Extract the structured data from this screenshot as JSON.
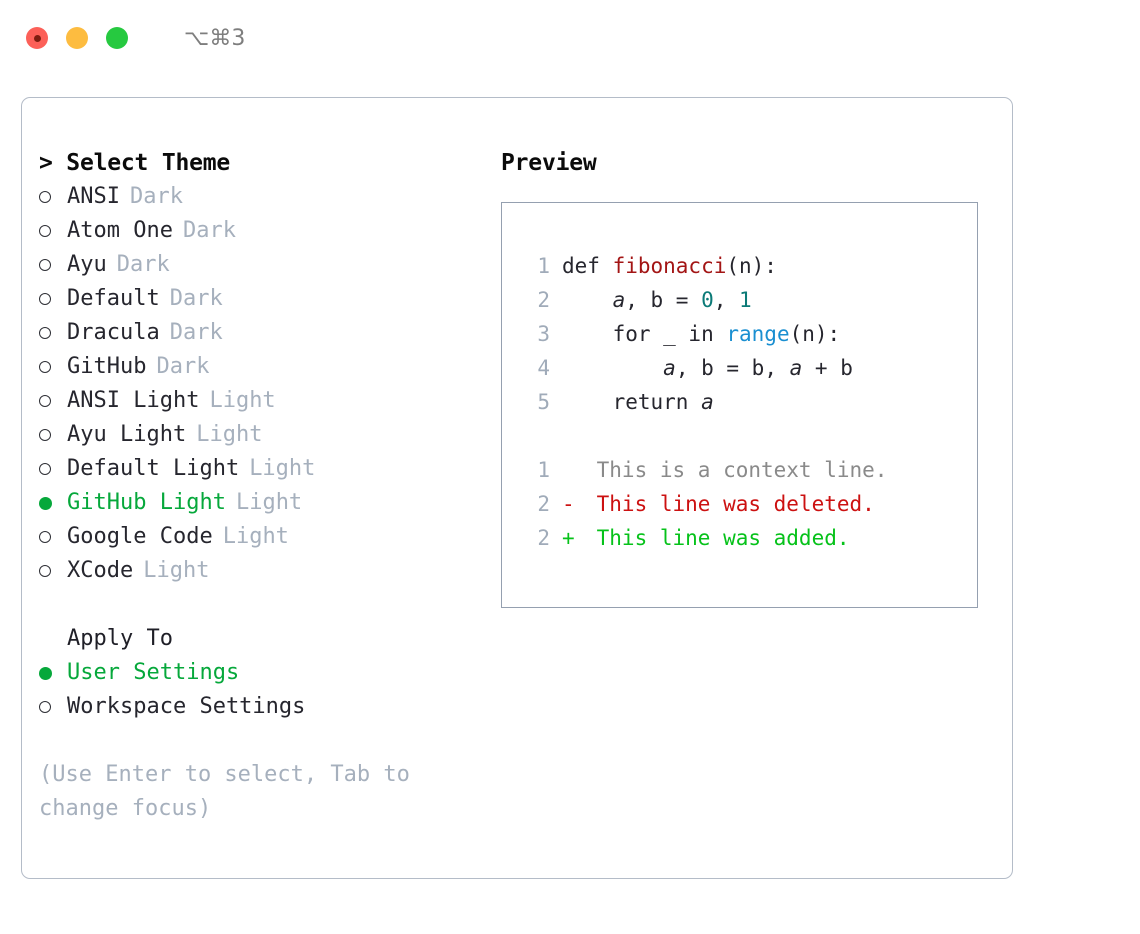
{
  "window": {
    "shortcut": "⌥⌘3",
    "traffic_lights": [
      "close-light",
      "minimize-light",
      "zoom-light"
    ]
  },
  "theme_picker": {
    "header": "> Select Theme",
    "items": [
      {
        "marker": "o",
        "name": "ANSI",
        "category": "Dark",
        "selected": false
      },
      {
        "marker": "o",
        "name": "Atom One",
        "category": "Dark",
        "selected": false
      },
      {
        "marker": "o",
        "name": "Ayu",
        "category": "Dark",
        "selected": false
      },
      {
        "marker": "o",
        "name": "Default",
        "category": "Dark",
        "selected": false
      },
      {
        "marker": "o",
        "name": "Dracula",
        "category": "Dark",
        "selected": false
      },
      {
        "marker": "o",
        "name": "GitHub",
        "category": "Dark",
        "selected": false
      },
      {
        "marker": "o",
        "name": "ANSI Light",
        "category": "Light",
        "selected": false
      },
      {
        "marker": "o",
        "name": "Ayu Light",
        "category": "Light",
        "selected": false
      },
      {
        "marker": "o",
        "name": "Default Light",
        "category": "Light",
        "selected": false
      },
      {
        "marker": "●",
        "name": "GitHub Light",
        "category": "Light",
        "selected": true
      },
      {
        "marker": "o",
        "name": "Google Code",
        "category": "Light",
        "selected": false
      },
      {
        "marker": "o",
        "name": "XCode",
        "category": "Light",
        "selected": false
      }
    ]
  },
  "apply_to": {
    "header": "Apply To",
    "items": [
      {
        "marker": "●",
        "name": "User Settings",
        "selected": true
      },
      {
        "marker": "o",
        "name": "Workspace Settings",
        "selected": false
      }
    ]
  },
  "hint": "(Use Enter to select, Tab to change focus)",
  "preview": {
    "title": "Preview",
    "code": [
      {
        "num": "1",
        "parts": [
          {
            "text": "def ",
            "style": "plain"
          },
          {
            "text": "fibonacci",
            "style": "fn"
          },
          {
            "text": "(n):",
            "style": "plain"
          }
        ]
      },
      {
        "num": "2",
        "parts": [
          {
            "text": "    ",
            "style": "plain"
          },
          {
            "text": "a",
            "style": "var"
          },
          {
            "text": ", b = ",
            "style": "plain"
          },
          {
            "text": "0",
            "style": "num"
          },
          {
            "text": ", ",
            "style": "plain"
          },
          {
            "text": "1",
            "style": "num"
          }
        ]
      },
      {
        "num": "3",
        "parts": [
          {
            "text": "    for _ in ",
            "style": "plain"
          },
          {
            "text": "range",
            "style": "call"
          },
          {
            "text": "(n):",
            "style": "plain"
          }
        ]
      },
      {
        "num": "4",
        "parts": [
          {
            "text": "        ",
            "style": "plain"
          },
          {
            "text": "a",
            "style": "var"
          },
          {
            "text": ", b = b, ",
            "style": "plain"
          },
          {
            "text": "a",
            "style": "var"
          },
          {
            "text": " + b",
            "style": "plain"
          }
        ]
      },
      {
        "num": "5",
        "parts": [
          {
            "text": "    return ",
            "style": "plain"
          },
          {
            "text": "a",
            "style": "var"
          }
        ]
      }
    ],
    "diff": [
      {
        "num": "1",
        "mark": " ",
        "text": " This is a context line.",
        "kind": "ctx"
      },
      {
        "num": "2",
        "mark": "-",
        "text": " This line was deleted.",
        "kind": "del"
      },
      {
        "num": "2",
        "mark": "+",
        "text": " This line was added.",
        "kind": "add"
      }
    ]
  },
  "colors": {
    "selection_green": "#06a83b",
    "muted_gray": "#a6b0bd",
    "panel_border": "#b4bcc8",
    "preview_border": "#95a0b0",
    "fn_red": "#a31515",
    "num_teal": "#0b7a77",
    "call_blue": "#1a8fd1",
    "diff_del_red": "#cc1111",
    "diff_add_green": "#06c21a"
  }
}
